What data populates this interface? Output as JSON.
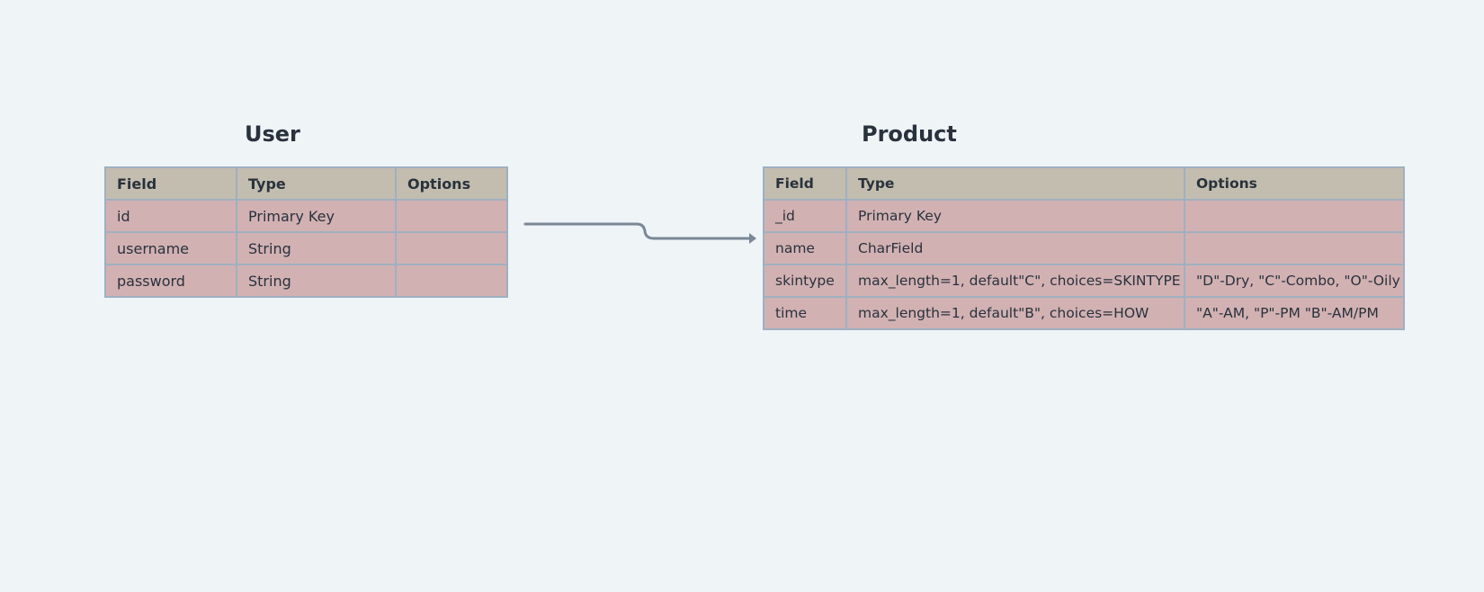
{
  "entities": [
    {
      "title": "User",
      "headers": [
        "Field",
        "Type",
        "Options"
      ],
      "rows": [
        [
          "id",
          "Primary Key",
          ""
        ],
        [
          "username",
          "String",
          ""
        ],
        [
          "password",
          "String",
          ""
        ]
      ]
    },
    {
      "title": "Product",
      "headers": [
        "Field",
        "Type",
        "Options"
      ],
      "rows": [
        [
          "_id",
          "Primary Key",
          ""
        ],
        [
          "name",
          "CharField",
          ""
        ],
        [
          "skintype",
          "max_length=1, default\"C\", choices=SKINTYPE",
          "\"D\"-Dry, \"C\"-Combo, \"O\"-Oily"
        ],
        [
          "time",
          "max_length=1, default\"B\", choices=HOW",
          "\"A\"-AM, \"P\"-PM \"B\"-AM/PM"
        ]
      ]
    }
  ],
  "colors": {
    "background": "#eff4f7",
    "header_fill": "#c3bdaf",
    "row_fill": "#d2b1b3",
    "border": "#9fb0c0",
    "connector": "#7a8795",
    "text": "#29323c"
  }
}
